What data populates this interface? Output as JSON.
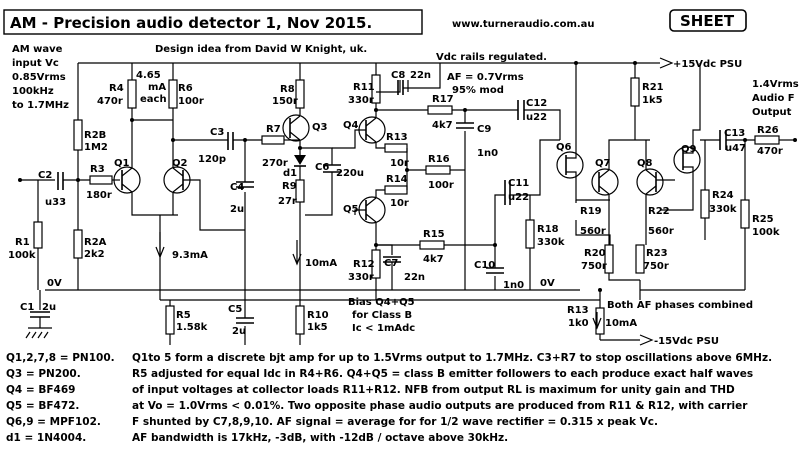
{
  "title": "AM - Precision audio detector 1, Nov 2015.",
  "url": "www.turneraudio.com.au",
  "sheet_button": "SHEET",
  "design_idea": "Design idea from David W Knight, uk.",
  "rails_note": "Vdc rails regulated.",
  "input_note": [
    "AM wave",
    "input Vc",
    "0.85Vrms",
    "100kHz",
    "to 1.7MHz"
  ],
  "af_note": [
    "AF = 0.7Vrms",
    "95% mod"
  ],
  "output_note": [
    "1.4Vrms",
    "Audio F",
    "Output"
  ],
  "psu_pos": "+15Vdc PSU",
  "psu_neg": "-15Vdc PSU",
  "zero_v": "0V",
  "zero_v2": "0V",
  "bias_note": [
    "Bias Q4+Q5",
    "for Class B",
    "Ic < 1mAdc"
  ],
  "both_af": "Both AF phases combined",
  "currents": {
    "q12_each": [
      "4.65",
      "mA",
      "each"
    ],
    "q2_emit": "9.3mA",
    "r10": "10mA",
    "r13b": "10mA"
  },
  "components": {
    "R1": [
      "R1",
      "100k"
    ],
    "R2B": [
      "R2B",
      "1M2"
    ],
    "R2A": [
      "R2A",
      "2k2"
    ],
    "R3": [
      "R3",
      "180r"
    ],
    "R4": [
      "R4",
      "470r"
    ],
    "R5": [
      "R5",
      "1.58k"
    ],
    "R6": [
      "R6",
      "100r"
    ],
    "R7": [
      "R7",
      "270r"
    ],
    "R8": [
      "R8",
      "150r"
    ],
    "R9": [
      "R9",
      "27r"
    ],
    "R10": [
      "R10",
      "1k5"
    ],
    "R11": [
      "R11",
      "330r"
    ],
    "R12": [
      "R12",
      "330r"
    ],
    "R13": [
      "R13",
      "10r"
    ],
    "R14": [
      "R14",
      "10r"
    ],
    "R15": [
      "R15",
      "4k7"
    ],
    "R16": [
      "R16",
      "100r"
    ],
    "R17": [
      "R17",
      "4k7"
    ],
    "R18": [
      "R18",
      "330k"
    ],
    "R19": [
      "R19",
      "560r"
    ],
    "R20": [
      "R20",
      "750r"
    ],
    "R21": [
      "R21",
      "1k5"
    ],
    "R22": [
      "R22",
      "560r"
    ],
    "R23": [
      "R23",
      "750r"
    ],
    "R24": [
      "R24",
      "330k"
    ],
    "R25": [
      "R25",
      "100k"
    ],
    "R26": [
      "R26",
      "470r"
    ],
    "R13b": [
      "R13",
      "1k0"
    ],
    "C1": [
      "C1",
      "2u"
    ],
    "C2": [
      "C2",
      "u33"
    ],
    "C3": [
      "C3",
      "120p"
    ],
    "C4": [
      "C4",
      "2u"
    ],
    "C5": [
      "C5",
      "2u"
    ],
    "C6": [
      "C6",
      "220u"
    ],
    "C7": [
      "C7",
      "22n"
    ],
    "C8": [
      "C8",
      "22n"
    ],
    "C9": [
      "C9",
      "1n0"
    ],
    "C10": [
      "C10",
      "1n0"
    ],
    "C11": [
      "C11",
      "u22"
    ],
    "C12": [
      "C12",
      "u22"
    ],
    "C13": [
      "C13",
      "u47"
    ],
    "d1": "d1",
    "Q1": "Q1",
    "Q2": "Q2",
    "Q3": "Q3",
    "Q4": "Q4",
    "Q5": "Q5",
    "Q6": "Q6",
    "Q7": "Q7",
    "Q8": "Q8",
    "Q9": "Q9"
  },
  "parts_list": [
    "Q1,2,7,8 = PN100.",
    "Q3 = PN200.",
    "Q4 = BF469",
    "Q5 = BF472.",
    "Q6,9 = MPF102.",
    "d1 = 1N4004."
  ],
  "description": [
    "Q1to 5 form a discrete bjt amp for up to 1.5Vrms output to 1.7MHz.  C3+R7 to stop oscillations above 6MHz.",
    "R5 adjusted for equal Idc in R4+R6. Q4+Q5 = class B emitter followers to each produce exact half waves",
    "of  input voltages at collector loads R11+R12.  NFB from output RL  is maximum for unity gain and THD",
    "at Vo   = 1.0Vrms  < 0.01%. Two opposite phase audio outputs are produced from R11 & R12, with carrier",
    "F shunted by C7,8,9,10.  AF signal = average for for 1/2 wave rectifier = 0.315 x peak Vc.",
    "AF bandwidth is 17kHz, -3dB, with -12dB / octave above 30kHz."
  ]
}
